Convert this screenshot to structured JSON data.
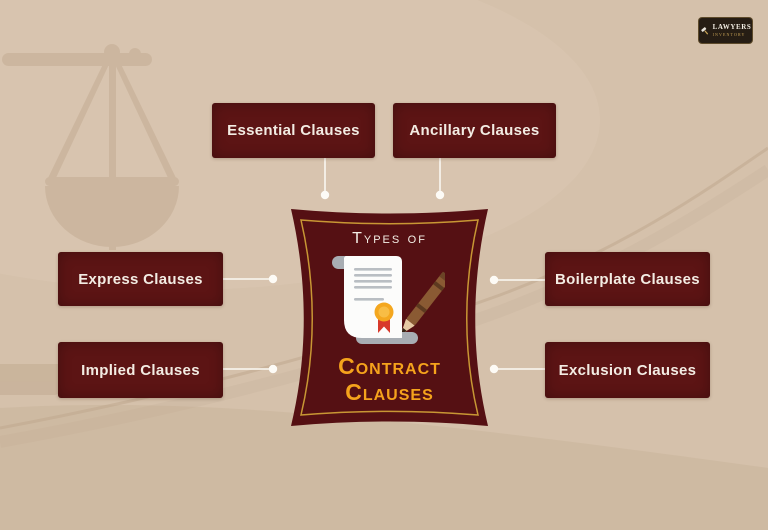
{
  "page": {
    "title": "Types of Contract Clauses infographic"
  },
  "brand": {
    "name": "LAWYERS",
    "tagline": "INVENTORY",
    "icon": "gavel-icon",
    "bg_color": "#261d14",
    "name_color": "#f1ece2",
    "tagline_color": "#c8a356"
  },
  "center": {
    "eyebrow": "Types of",
    "title_line1": "Contract",
    "title_line2": "Clauses",
    "icon": "contract-scroll-and-pen-icon"
  },
  "nodes": [
    {
      "id": "essential",
      "label": "Essential Clauses",
      "position": "top-left"
    },
    {
      "id": "ancillary",
      "label": "Ancillary Clauses",
      "position": "top-right"
    },
    {
      "id": "express",
      "label": "Express Clauses",
      "position": "left-upper"
    },
    {
      "id": "implied",
      "label": "Implied Clauses",
      "position": "left-lower"
    },
    {
      "id": "boilerplate",
      "label": "Boilerplate Clauses",
      "position": "right-upper"
    },
    {
      "id": "exclusion",
      "label": "Exclusion Clauses",
      "position": "right-lower"
    }
  ],
  "colors": {
    "background": "#d5c1ab",
    "node_maroon": "#5c1414",
    "badge_maroon": "#551013",
    "gold_border": "#c89734",
    "title_gold": "#f5a31c",
    "label_ivory": "#f3ece3",
    "connector_ivory": "#f6f2ea",
    "watermark_tan": "#b89f83"
  }
}
